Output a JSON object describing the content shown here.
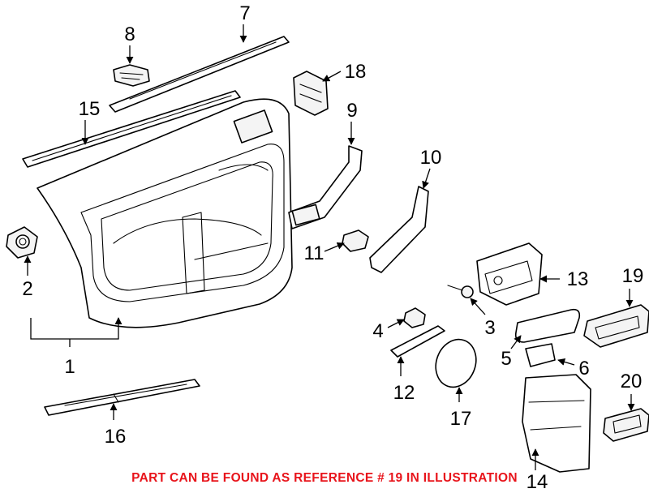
{
  "callouts": [
    {
      "id": "c1",
      "label": "1"
    },
    {
      "id": "c2",
      "label": "2"
    },
    {
      "id": "c3",
      "label": "3"
    },
    {
      "id": "c4",
      "label": "4"
    },
    {
      "id": "c5",
      "label": "5"
    },
    {
      "id": "c6",
      "label": "6"
    },
    {
      "id": "c7",
      "label": "7"
    },
    {
      "id": "c8",
      "label": "8"
    },
    {
      "id": "c9",
      "label": "9"
    },
    {
      "id": "c10",
      "label": "10"
    },
    {
      "id": "c11",
      "label": "11"
    },
    {
      "id": "c12",
      "label": "12"
    },
    {
      "id": "c13",
      "label": "13"
    },
    {
      "id": "c14",
      "label": "14"
    },
    {
      "id": "c15",
      "label": "15"
    },
    {
      "id": "c16",
      "label": "16"
    },
    {
      "id": "c17",
      "label": "17"
    },
    {
      "id": "c18",
      "label": "18"
    },
    {
      "id": "c19",
      "label": "19"
    },
    {
      "id": "c20",
      "label": "20"
    }
  ],
  "footer": {
    "note": "PART CAN BE FOUND AS REFERENCE # 19 IN ILLUSTRATION",
    "note_color": "#e8141b"
  }
}
